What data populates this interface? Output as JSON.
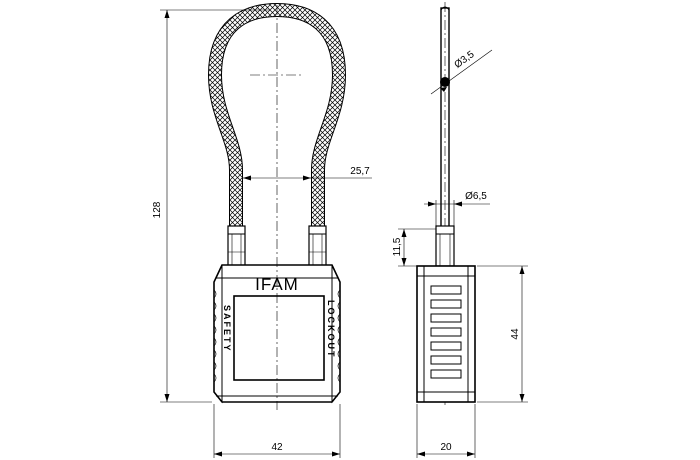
{
  "brand_label": "IFAM",
  "side_label_left": "SAFETY",
  "side_label_right": "LOCKOUT",
  "dimensions": {
    "total_height": "128",
    "loop_width": "25,7",
    "body_width": "42",
    "body_height": "44",
    "body_depth": "20",
    "shoulder_height": "11,5",
    "cable_diameter": "Ø3,5",
    "sleeve_diameter": "Ø6,5"
  }
}
